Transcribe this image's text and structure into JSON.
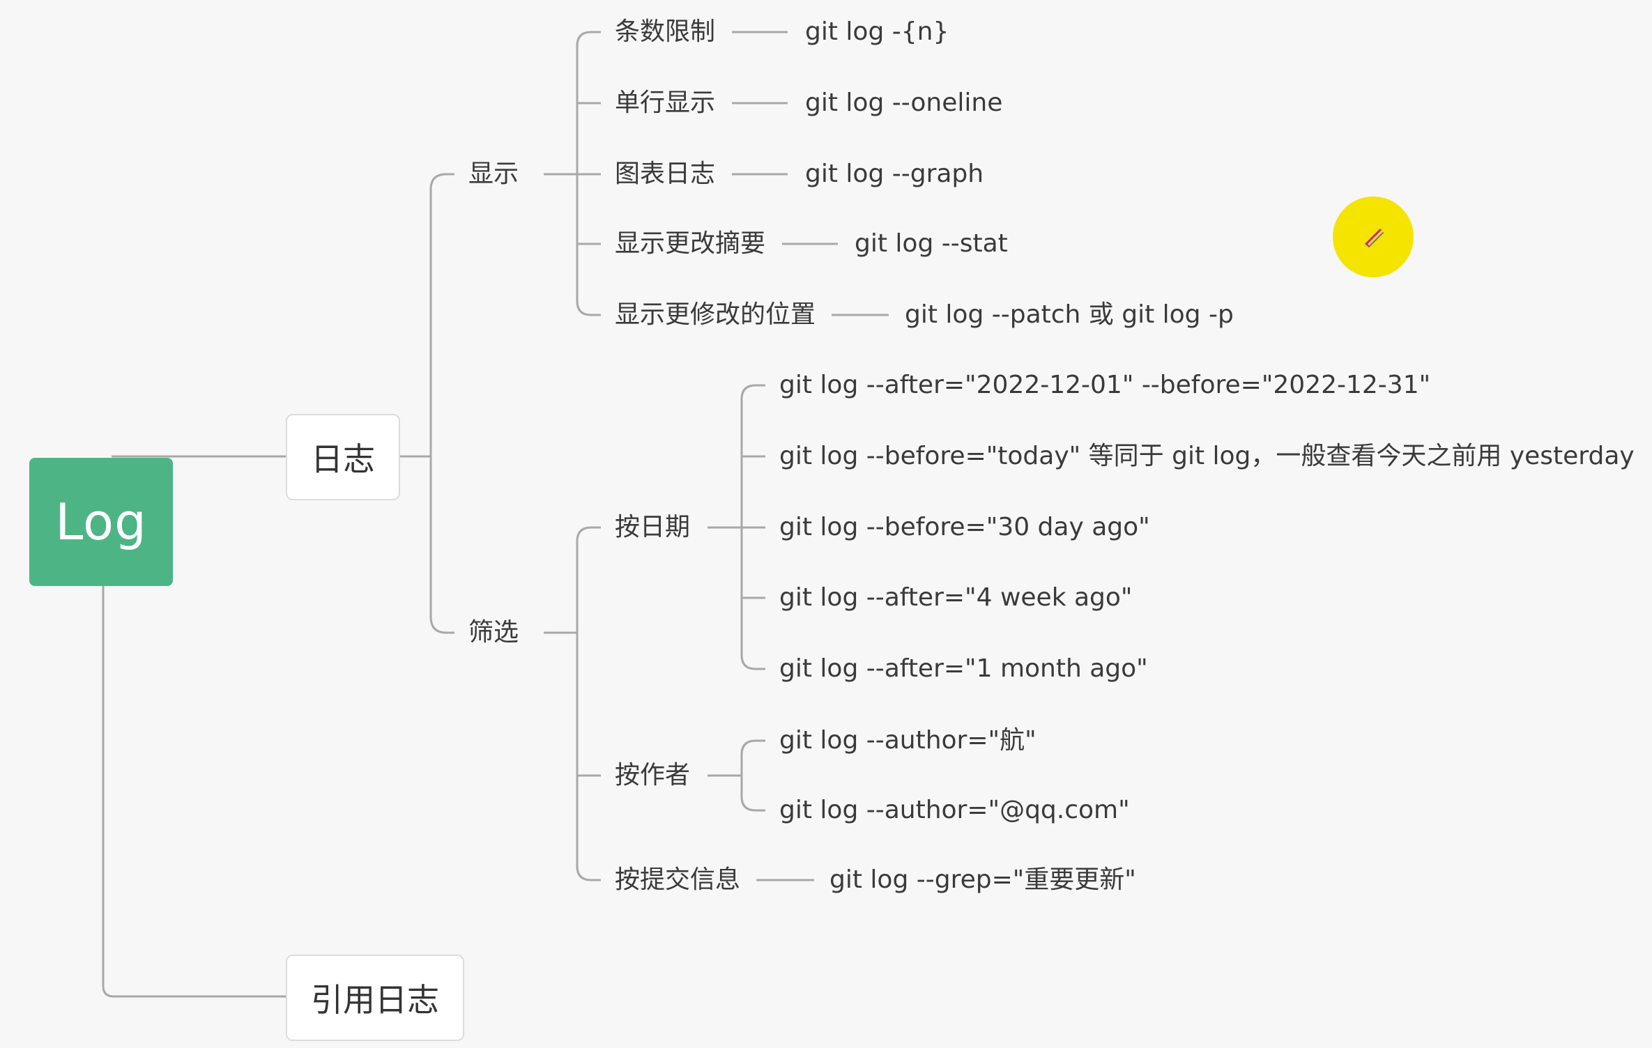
{
  "root": {
    "label": "Log"
  },
  "branches": {
    "log": {
      "label": "日志"
    },
    "reflog": {
      "label": "引用日志"
    }
  },
  "display": {
    "label": "显示",
    "items": [
      {
        "label": "条数限制",
        "cmd": "git log -{n}"
      },
      {
        "label": "单行显示",
        "cmd": "git log --oneline"
      },
      {
        "label": "图表日志",
        "cmd": "git log --graph"
      },
      {
        "label": "显示更改摘要",
        "cmd": "git log --stat"
      },
      {
        "label": "显示更修改的位置",
        "cmd": "git log --patch 或 git log -p"
      }
    ]
  },
  "filter": {
    "label": "筛选",
    "by_date": {
      "label": "按日期",
      "cmds": [
        "git log --after=\"2022-12-01\" --before=\"2022-12-31\"",
        "git log --before=\"today\" 等同于 git log，一般查看今天之前用 yesterday",
        "git log --before=\"30 day ago\"",
        "git log --after=\"4 week ago\"",
        "git log --after=\"1 month ago\""
      ]
    },
    "by_author": {
      "label": "按作者",
      "cmds": [
        "git log --author=\"航\"",
        "git log --author=\"@qq.com\""
      ]
    },
    "by_message": {
      "label": "按提交信息",
      "cmd": "git log --grep=\"重要更新\""
    }
  },
  "cursor": {
    "icon": "pencil-icon",
    "color": "#f4e400"
  }
}
